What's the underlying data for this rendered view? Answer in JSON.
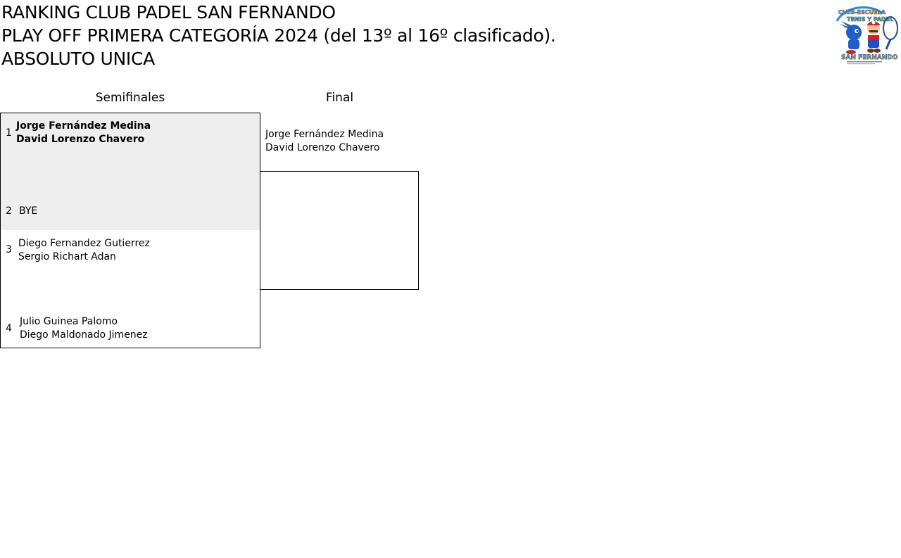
{
  "header": {
    "line1": "RANKING CLUB PADEL SAN FERNANDO",
    "line2": "PLAY OFF PRIMERA CATEGORÍA 2024 (del 13º al 16º clasificado).",
    "line3": "ABSOLUTO UNICA"
  },
  "logo": {
    "icon": "club-logo-mario-sonic",
    "text_top": "CLUB-ESCUELA TENIS Y PADEL",
    "text_bottom": "SAN FERNANDO"
  },
  "rounds": {
    "semis_label": "Semifinales",
    "final_label": "Final"
  },
  "semis": [
    {
      "top": {
        "seed": "1",
        "player1": "Jorge Fernández Medina",
        "player2": "David Lorenzo Chavero"
      },
      "bottom": {
        "seed": "2",
        "player1": "BYE"
      }
    },
    {
      "top": {
        "seed": "3",
        "player1": "Diego Fernandez Gutierrez",
        "player2": "Sergio Richart Adan"
      },
      "bottom": {
        "seed": "4",
        "player1": "Julio Guinea Palomo",
        "player2": "Diego Maldonado Jimenez"
      }
    }
  ],
  "final": {
    "top": {
      "player1": "Jorge Fernández Medina",
      "player2": "David Lorenzo Chavero"
    }
  },
  "colors": {
    "winner_bg": "#eeeeee",
    "border": "#000000"
  }
}
